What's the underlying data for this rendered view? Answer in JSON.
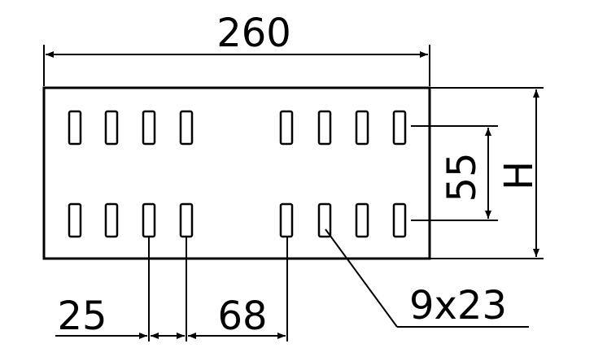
{
  "drawing": {
    "overall_width_label": "260",
    "hole_spacing_label": "55",
    "height_label": "H",
    "edge_offset_label": "25",
    "group_spacing_label": "68",
    "slot_size_label": "9x23"
  },
  "colors": {
    "ink": "#000000",
    "paper": "#ffffff"
  }
}
